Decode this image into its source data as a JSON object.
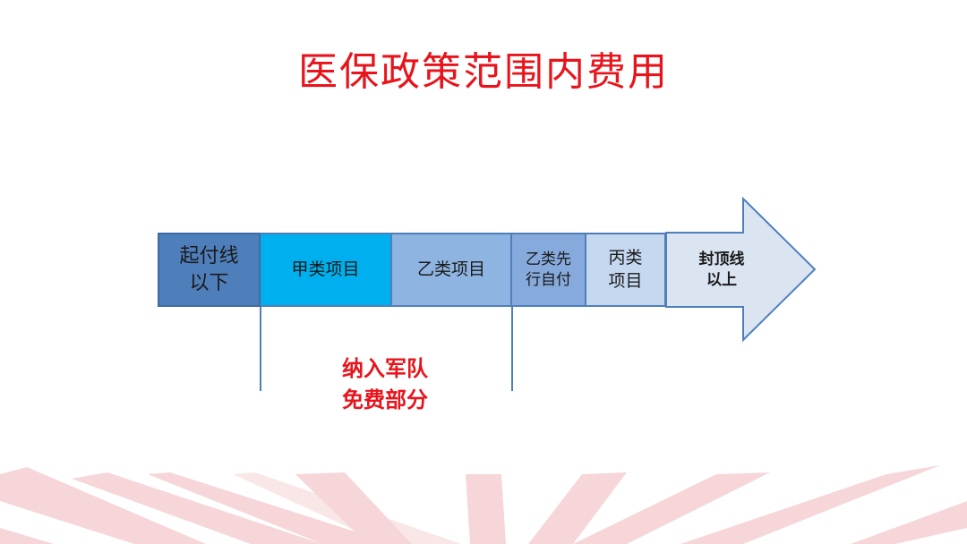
{
  "title": "医保政策范围内费用",
  "segments": [
    {
      "label": "起付线\n以下",
      "color": "#4f7fbb"
    },
    {
      "label": "甲类项目",
      "color": "#00b0ee"
    },
    {
      "label": "乙类项目",
      "color": "#8eb4e2"
    },
    {
      "label": "乙类先\n行自付",
      "color": "#86aadc"
    },
    {
      "label": "丙类\n项目",
      "color": "#c5d8f0"
    },
    {
      "label": "封顶线\n以上",
      "color": "#dbe5f2"
    }
  ],
  "note": "纳入军队\n免费部分"
}
